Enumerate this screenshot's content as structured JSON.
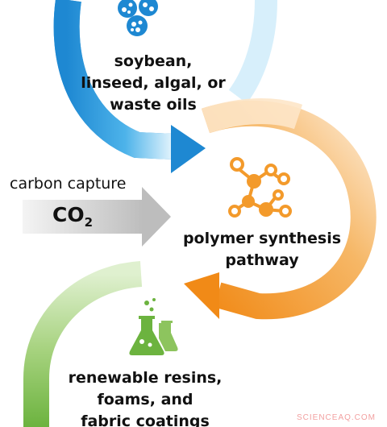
{
  "stages": [
    {
      "id": "oils",
      "lines": [
        "soybean,",
        "linseed, algal, or",
        "waste oils"
      ],
      "icon": "seeds-icon",
      "color": "#1e88d2"
    },
    {
      "id": "polymer",
      "lines": [
        "polymer synthesis",
        "pathway"
      ],
      "icon": "molecule-icon",
      "color": "#f39a2b"
    },
    {
      "id": "resins",
      "lines": [
        "renewable resins,",
        "foams, and",
        "fabric coatings"
      ],
      "icon": "flasks-icon",
      "color": "#6cb33f"
    }
  ],
  "input": {
    "label": "carbon capture",
    "formula_base": "CO",
    "formula_sub": "2"
  },
  "watermark": "SCIENCEAQ.COM",
  "colors": {
    "blue": "#1e88d2",
    "light_blue": "#a9dcf5",
    "orange": "#f39a2b",
    "light_orange": "#fbd9ae",
    "green": "#6cb33f",
    "light_green": "#cfe6b6",
    "gray_arrow": "#c8c8c8"
  }
}
